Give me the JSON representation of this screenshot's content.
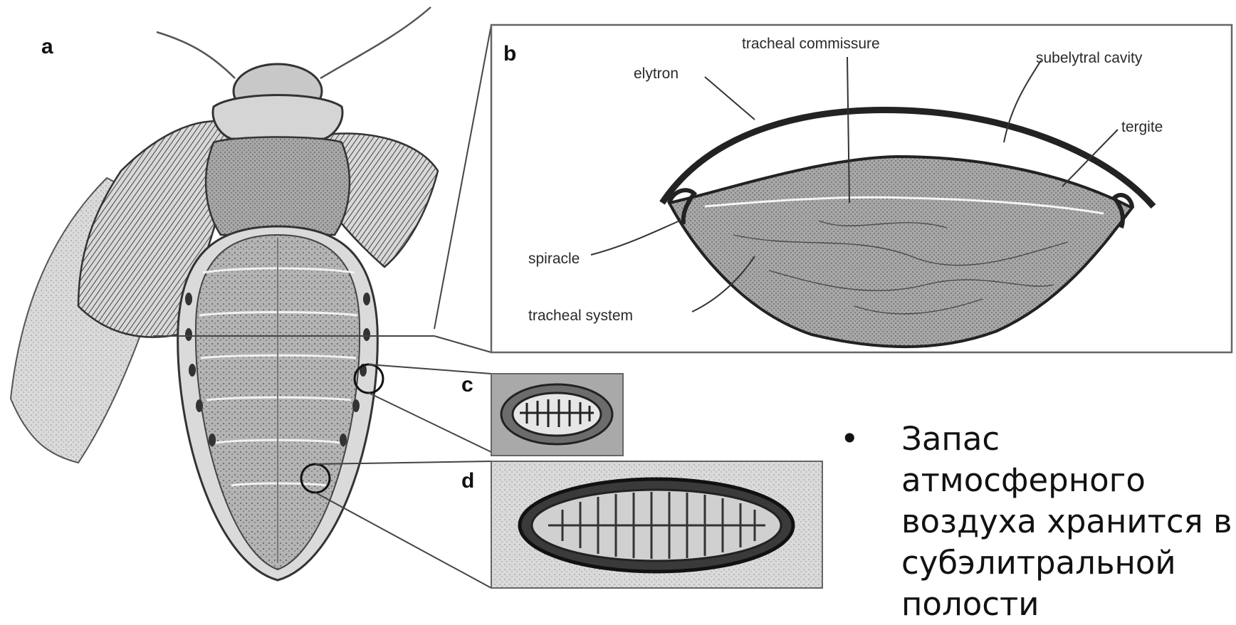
{
  "panels": {
    "a": "a",
    "b": "b",
    "c": "c",
    "d": "d"
  },
  "labels": {
    "elytron": "elytron",
    "tracheal_commissure": "tracheal commissure",
    "subelytral_cavity": "subelytral cavity",
    "tergite": "tergite",
    "spiracle": "spiracle",
    "tracheal_system": "tracheal system"
  },
  "bullet": {
    "marker": "•",
    "text": "Запас атмосферного воздуха хранится в субэлитральной полости"
  }
}
